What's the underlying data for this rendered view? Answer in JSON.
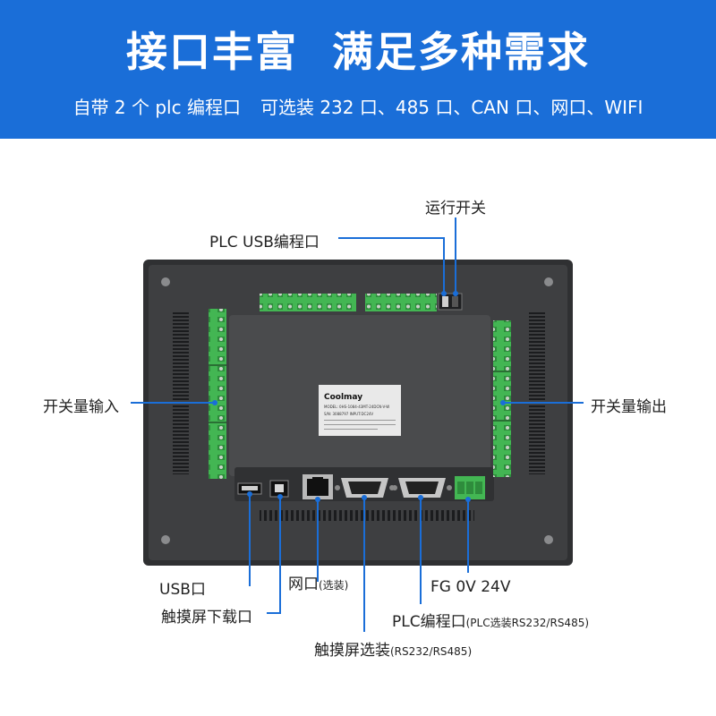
{
  "header": {
    "title_left": "接口丰富",
    "title_right": "满足多种需求",
    "subtitle_left": "自带 2 个 plc 编程口",
    "subtitle_right": "可选装 232 口、485 口、CAN 口、网口、WIFI",
    "background": "#1a6ed8"
  },
  "device": {
    "brand": "Coolmay",
    "sticker_lines": [
      "MODEL: 0HS-1084-43MT-24DCN-V-W",
      "S/N: 3088797        INPUT:DC24V"
    ]
  },
  "labels": {
    "run_switch": "运行开关",
    "plc_usb_port": "PLC USB编程口",
    "switch_input": "开关量输入",
    "switch_output": "开关量输出",
    "usb_port": "USB口",
    "touch_download_port": "触摸屏下载口",
    "ethernet_port": "网口",
    "ethernet_port_note": "(选装)",
    "touch_optional": "触摸屏选装",
    "touch_optional_note": "(RS232/RS485)",
    "power_terminal": "FG 0V 24V",
    "plc_program_port": "PLC编程口",
    "plc_program_port_note": "(PLC选装RS232/RS485)"
  },
  "colors": {
    "callout_line": "#1a6ed8",
    "terminal_green": "#3fb34f",
    "device_body": "#3e3f41",
    "device_panel": "#4a4b4d"
  }
}
